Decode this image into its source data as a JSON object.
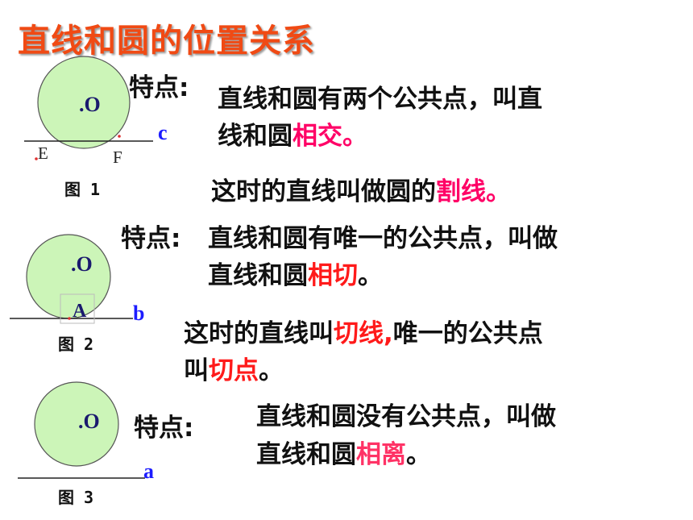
{
  "title": "直线和圆的位置关系",
  "fig1": {
    "center": ".O",
    "line_label": "c",
    "point_e": "E",
    "point_f": "F",
    "caption": "图 1",
    "feature_label": "特点:",
    "desc_line1": "直线和圆有两个公共点，叫直",
    "desc_line2_prefix": "线和圆",
    "desc_line2_term": "相交",
    "desc_line2_end": "。",
    "secant_prefix": "这时的直线叫做圆的",
    "secant_term": "割线",
    "secant_end": "。"
  },
  "fig2": {
    "center": ".O",
    "point_a": "A",
    "line_label": "b",
    "caption": "图 2",
    "feature_label": "特点:",
    "desc_line1": "直线和圆有唯一的公共点，叫做",
    "desc_line2_prefix": "直线和圆",
    "desc_line2_term": "相切",
    "desc_line2_end": "。",
    "tangent_line1_prefix": "这时的直线叫",
    "tangent_line1_term": "切线,",
    "tangent_line1_rest": "唯一的公共点",
    "tangent_line2_prefix": "叫",
    "tangent_line2_term": "切点",
    "tangent_line2_end": "。"
  },
  "fig3": {
    "center": ".O",
    "line_label": "a",
    "caption": "图 3",
    "feature_label": "特点:",
    "desc_line1": "直线和圆没有公共点，叫做",
    "desc_line2_prefix": "直线和圆",
    "desc_line2_term": "相离",
    "desc_line2_end": "。"
  },
  "colors": {
    "title": "#f04a14",
    "circle_fill": "#ccf5b8",
    "term_pink": "#ff0066",
    "term_red": "#ff1a1a"
  }
}
